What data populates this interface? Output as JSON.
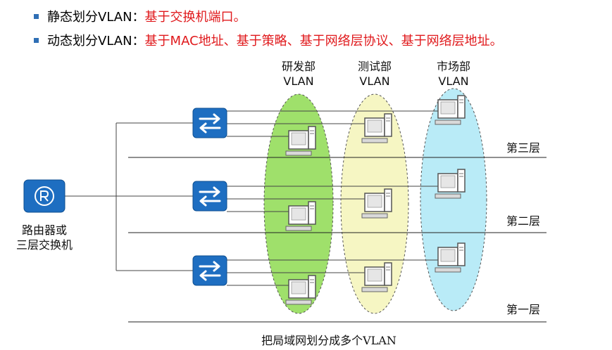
{
  "bullets": [
    {
      "prefix": "静态划分VLAN：",
      "highlight": "基于交换机端口。"
    },
    {
      "prefix": "动态划分VLAN：",
      "highlight": "基于MAC地址、基于策略、基于网络层协议、基于网络层地址。"
    }
  ],
  "vlans": [
    {
      "line1": "研发部",
      "line2": "VLAN",
      "color": "#9fe06b"
    },
    {
      "line1": "测试部",
      "line2": "VLAN",
      "color": "#f6f6c3"
    },
    {
      "line1": "市场部",
      "line2": "VLAN",
      "color": "#b9ebf7"
    }
  ],
  "router_label": {
    "line1": "路由器或",
    "line2": "三层交换机"
  },
  "layers": {
    "third": "第三层",
    "second": "第二层",
    "first": "第一层"
  },
  "caption": "把局域网划分成多个VLAN",
  "colors": {
    "accent_blue": "#2f6fb5",
    "highlight_red": "#e0191c"
  }
}
